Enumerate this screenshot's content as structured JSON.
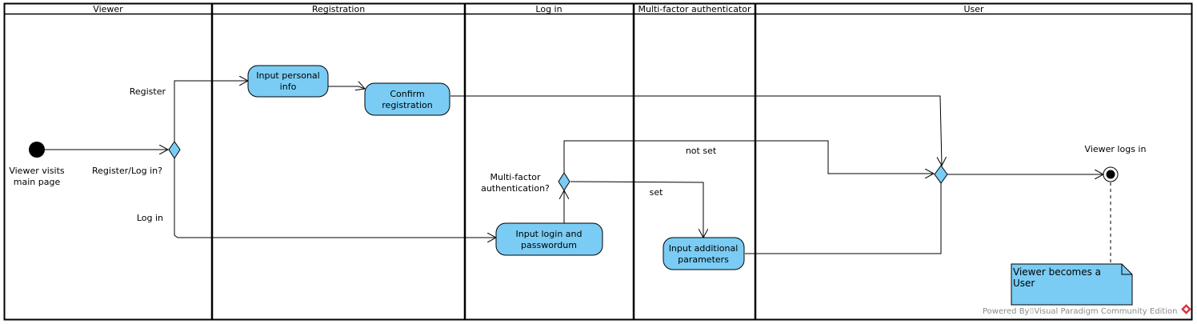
{
  "lanes": [
    "Viewer",
    "Registration",
    "Log in",
    "Multi-factor authenticator",
    "User"
  ],
  "nodes": {
    "start_label": [
      "Viewer visits",
      "main page"
    ],
    "decision_main": "Register/Log in?",
    "branch_register": "Register",
    "branch_login": "Log in",
    "input_personal": [
      "Input personal",
      "info"
    ],
    "confirm_reg": [
      "Confirm",
      "registration"
    ],
    "input_login": [
      "Input login and",
      "passwordum"
    ],
    "mfa_question": [
      "Multi-factor",
      "authentication?"
    ],
    "not_set": "not set",
    "set": "set",
    "input_additional": [
      "Input additional",
      "parameters"
    ],
    "final_label": "Viewer logs in",
    "note": [
      "Viewer becomes a",
      "User"
    ]
  },
  "watermark": "Powered By⌷Visual Paradigm Community Edition",
  "colors": {
    "node_fill": "#7accf4",
    "watermark": "#8c8c8c"
  }
}
